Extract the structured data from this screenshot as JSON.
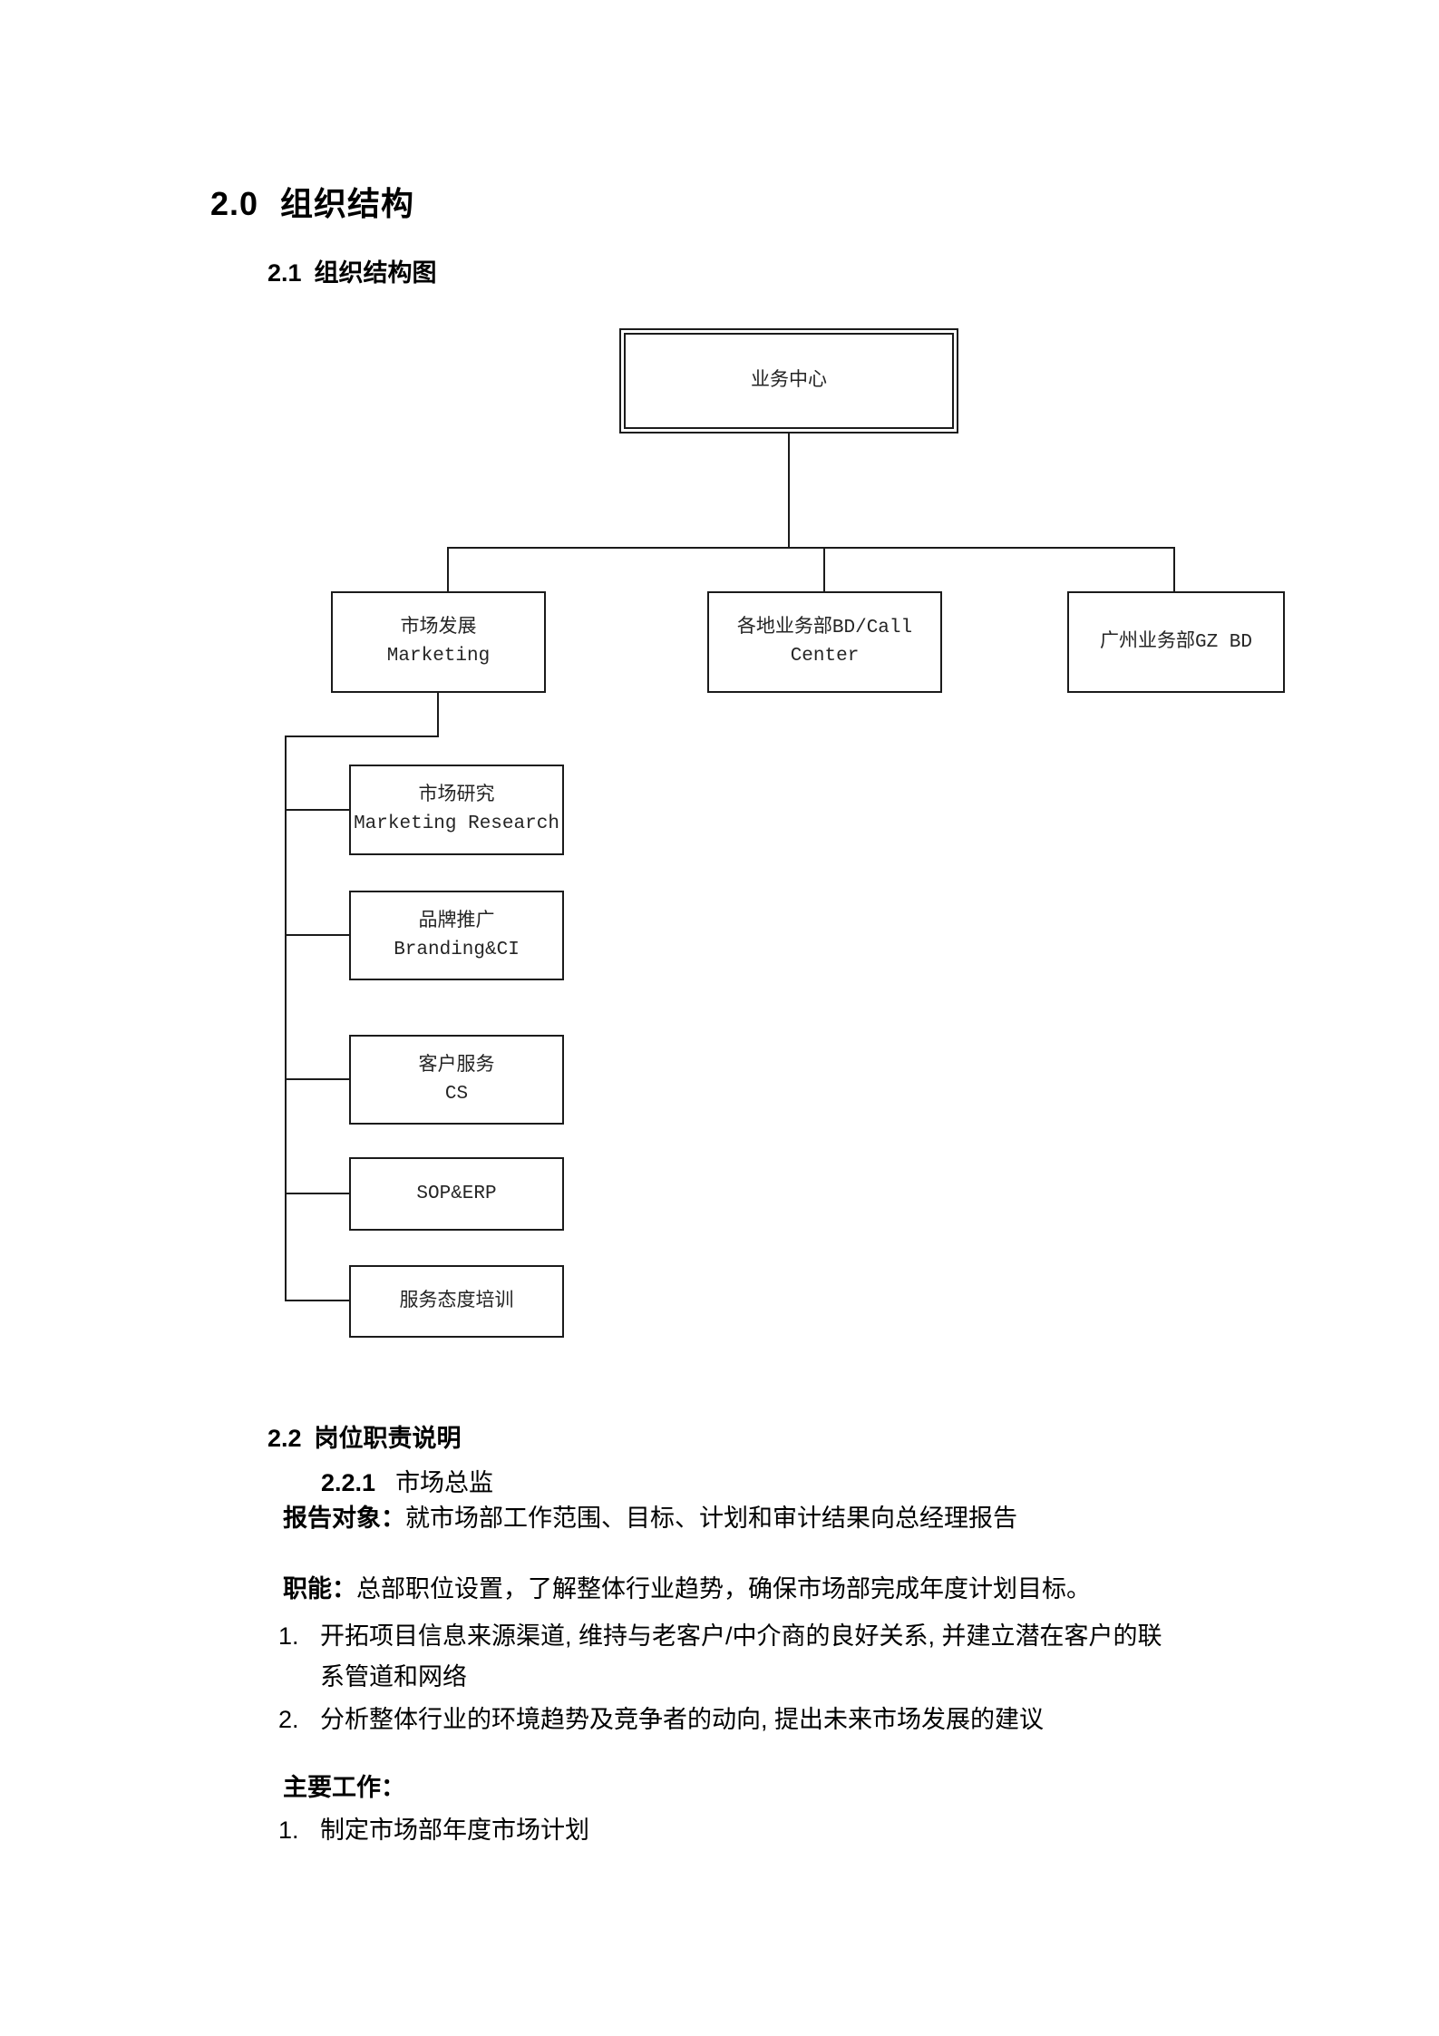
{
  "document": {
    "title": {
      "number": "2.0",
      "text": "组织结构"
    },
    "s21": {
      "number": "2.1",
      "title": "组织结构图"
    },
    "s22": {
      "number": "2.2",
      "title": "岗位职责说明"
    },
    "s221": {
      "number": "2.2.1",
      "title": "市场总监"
    }
  },
  "org_chart": {
    "root": {
      "label": "业务中心"
    },
    "level2": {
      "marketing": {
        "line1": "市场发展",
        "line2": "Marketing"
      },
      "bd_call_center": {
        "line1": "各地业务部BD/Call Center"
      },
      "gz_bd": {
        "line1": "广州业务部GZ BD"
      }
    },
    "level3": {
      "research": {
        "line1": "市场研究",
        "line2": "Marketing Research"
      },
      "branding": {
        "line1": "品牌推广",
        "line2": "Branding&CI"
      },
      "cs": {
        "line1": "客户服务",
        "line2": "CS"
      },
      "sop": {
        "line1": "SOP&ERP"
      },
      "training": {
        "line1": "服务态度培训"
      }
    }
  },
  "body": {
    "report": {
      "label": "报告对象：",
      "text": "就市场部工作范围、目标、计划和审计结果向总经理报告"
    },
    "duty": {
      "label": "职能：",
      "text": "总部职位设置，了解整体行业趋势，确保市场部完成年度计划目标。"
    },
    "duty_items": [
      {
        "num": "1.",
        "lines": [
          "开拓项目信息来源渠道, 维持与老客户/中介商的良好关系, 并建立潜在客户的联",
          "系管道和网络"
        ]
      },
      {
        "num": "2.",
        "lines": [
          "分析整体行业的环境趋势及竞争者的动向, 提出未来市场发展的建议"
        ]
      }
    ],
    "main_work": {
      "label": "主要工作："
    },
    "work_items": [
      {
        "num": "1.",
        "text": "制定市场部年度市场计划"
      }
    ]
  },
  "colors": {
    "text": "#000000",
    "line": "#1b1b1b",
    "background": "#ffffff"
  }
}
